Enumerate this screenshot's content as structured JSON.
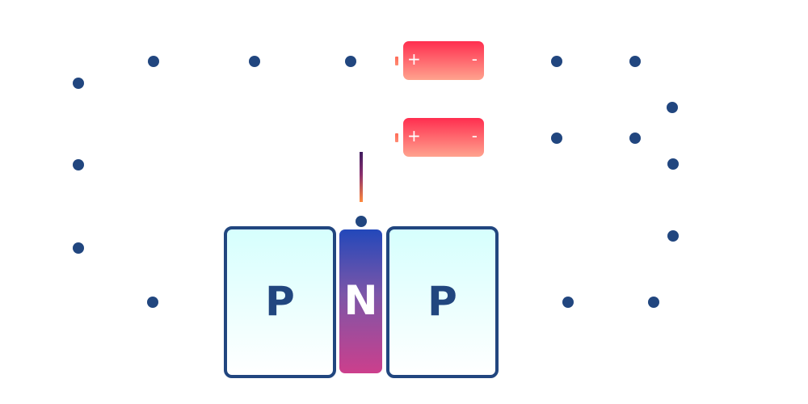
{
  "colors": {
    "dot": "#21467f",
    "battery_top": "#ff2e4f",
    "battery_bottom": "#ffa38e",
    "p_fill": "#d6fffd",
    "p_border": "#21467f",
    "n_top": "#2348ba",
    "n_bottom": "#cc3f8c"
  },
  "batteries": [
    {
      "plus": "+",
      "minus": "-"
    },
    {
      "plus": "+",
      "minus": "-"
    }
  ],
  "transistor": {
    "type": "PNP",
    "layers": [
      "P",
      "N",
      "P"
    ]
  },
  "icons": [
    "battery-icon",
    "charge-carrier-dot",
    "base-lead"
  ]
}
